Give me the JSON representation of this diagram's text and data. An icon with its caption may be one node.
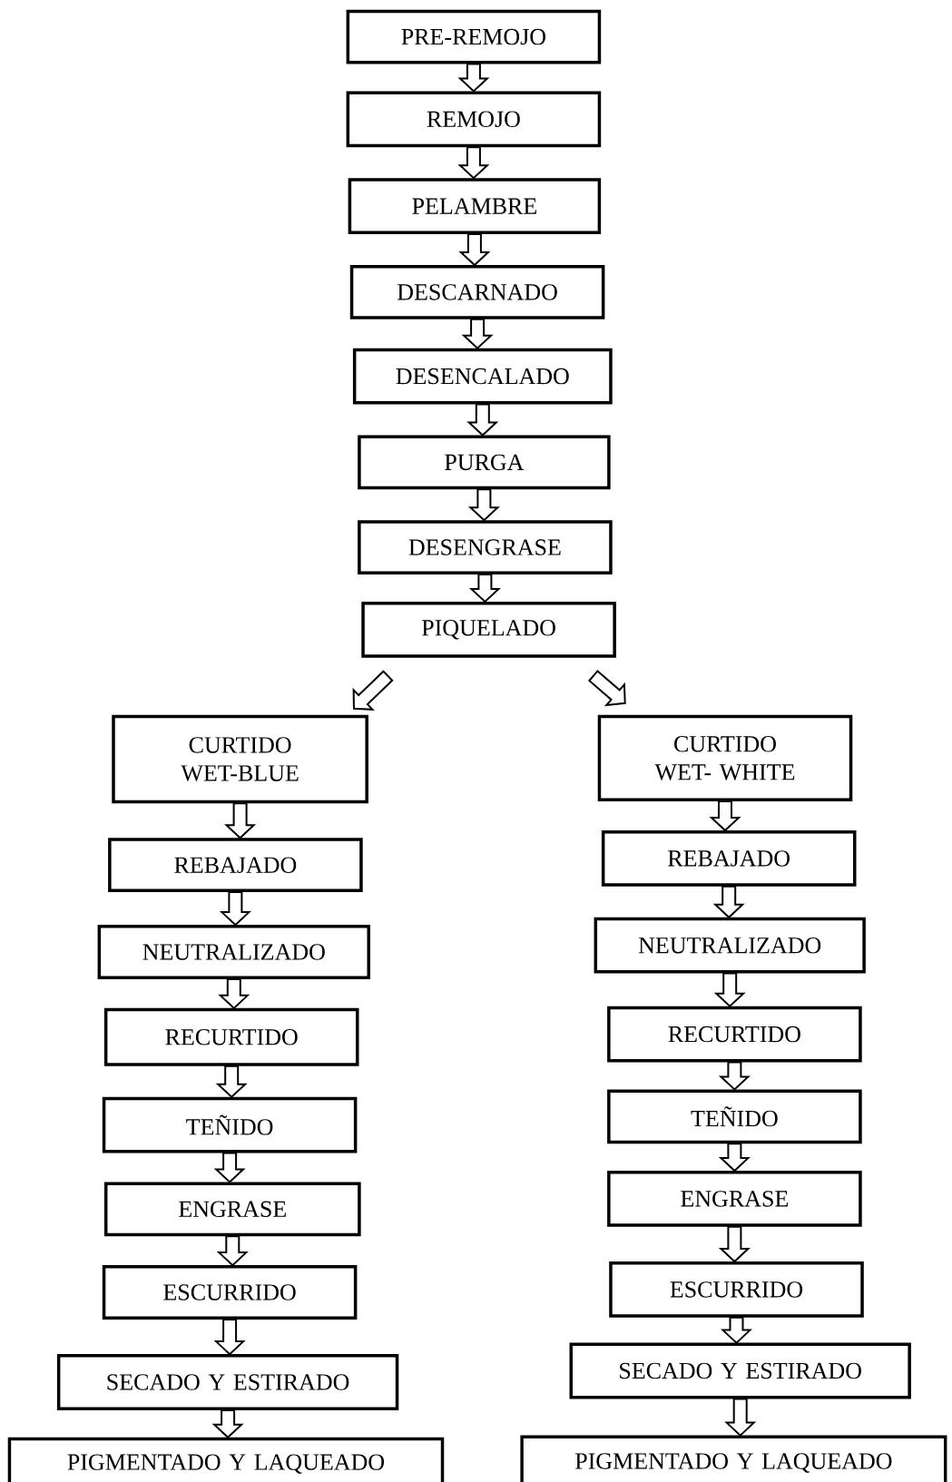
{
  "diagram": {
    "nodes": [
      {
        "text": [
          "PRE-REMOJO"
        ]
      },
      {
        "text": [
          "REMOJO"
        ]
      },
      {
        "text": [
          "PELAMBRE"
        ]
      },
      {
        "text": [
          "DESCARNADO"
        ]
      },
      {
        "text": [
          "DESENCALADO"
        ]
      },
      {
        "text": [
          "PURGA"
        ]
      },
      {
        "text": [
          "DESENGRASE"
        ]
      },
      {
        "text": [
          "PIQUELADO"
        ]
      },
      {
        "text": [
          "CURTIDO WET-BLUE"
        ]
      },
      {
        "text": [
          "REBAJADO"
        ]
      },
      {
        "text": [
          "NEUTRALIZADO"
        ]
      },
      {
        "text": [
          "RECURTIDO"
        ]
      },
      {
        "text": [
          "TEÑIDO"
        ]
      },
      {
        "text": [
          "ENGRASE"
        ]
      },
      {
        "text": [
          "ESCURRIDO"
        ]
      },
      {
        "text": [
          "SECADO Y ESTIRADO"
        ]
      },
      {
        "text": [
          "PIGMENTADO Y LAQUEADO"
        ]
      },
      {
        "text": [
          "CURTIDO WET- WHITE"
        ]
      },
      {
        "text": [
          "REBAJADO"
        ]
      },
      {
        "text": [
          "NEUTRALIZADO"
        ]
      },
      {
        "text": [
          "RECURTIDO"
        ]
      },
      {
        "text": [
          "TEÑIDO"
        ]
      },
      {
        "text": [
          "ENGRASE"
        ]
      },
      {
        "text": [
          "ESCURRIDO"
        ]
      },
      {
        "text": [
          "SECADO Y ESTIRADO"
        ]
      },
      {
        "text": [
          "PIGMENTADO Y LAQUEADO"
        ]
      }
    ],
    "edges": [
      {
        "from": 0,
        "to": 1,
        "arrow": "to"
      },
      {
        "from": 1,
        "to": 2,
        "arrow": "to"
      },
      {
        "from": 2,
        "to": 3,
        "arrow": "to"
      },
      {
        "from": 3,
        "to": 4,
        "arrow": "to"
      },
      {
        "from": 4,
        "to": 5,
        "arrow": "to"
      },
      {
        "from": 5,
        "to": 6,
        "arrow": "to"
      },
      {
        "from": 6,
        "to": 7,
        "arrow": "to"
      },
      {
        "from": 7,
        "to": 8,
        "arrow": "to"
      },
      {
        "from": 7,
        "to": 17,
        "arrow": "to"
      },
      {
        "from": 8,
        "to": 9,
        "arrow": "to"
      },
      {
        "from": 9,
        "to": 10,
        "arrow": "to"
      },
      {
        "from": 10,
        "to": 11,
        "arrow": "to"
      },
      {
        "from": 11,
        "to": 12,
        "arrow": "to"
      },
      {
        "from": 12,
        "to": 13,
        "arrow": "to"
      },
      {
        "from": 13,
        "to": 14,
        "arrow": "to"
      },
      {
        "from": 14,
        "to": 15,
        "arrow": "to"
      },
      {
        "from": 15,
        "to": 16,
        "arrow": "to"
      },
      {
        "from": 17,
        "to": 18,
        "arrow": "to"
      },
      {
        "from": 18,
        "to": 19,
        "arrow": "to"
      },
      {
        "from": 19,
        "to": 20,
        "arrow": "to"
      },
      {
        "from": 20,
        "to": 21,
        "arrow": "to"
      },
      {
        "from": 21,
        "to": 22,
        "arrow": "to"
      },
      {
        "from": 22,
        "to": 23,
        "arrow": "to"
      },
      {
        "from": 23,
        "to": 24,
        "arrow": "to"
      },
      {
        "from": 24,
        "to": 25,
        "arrow": "to"
      }
    ]
  }
}
